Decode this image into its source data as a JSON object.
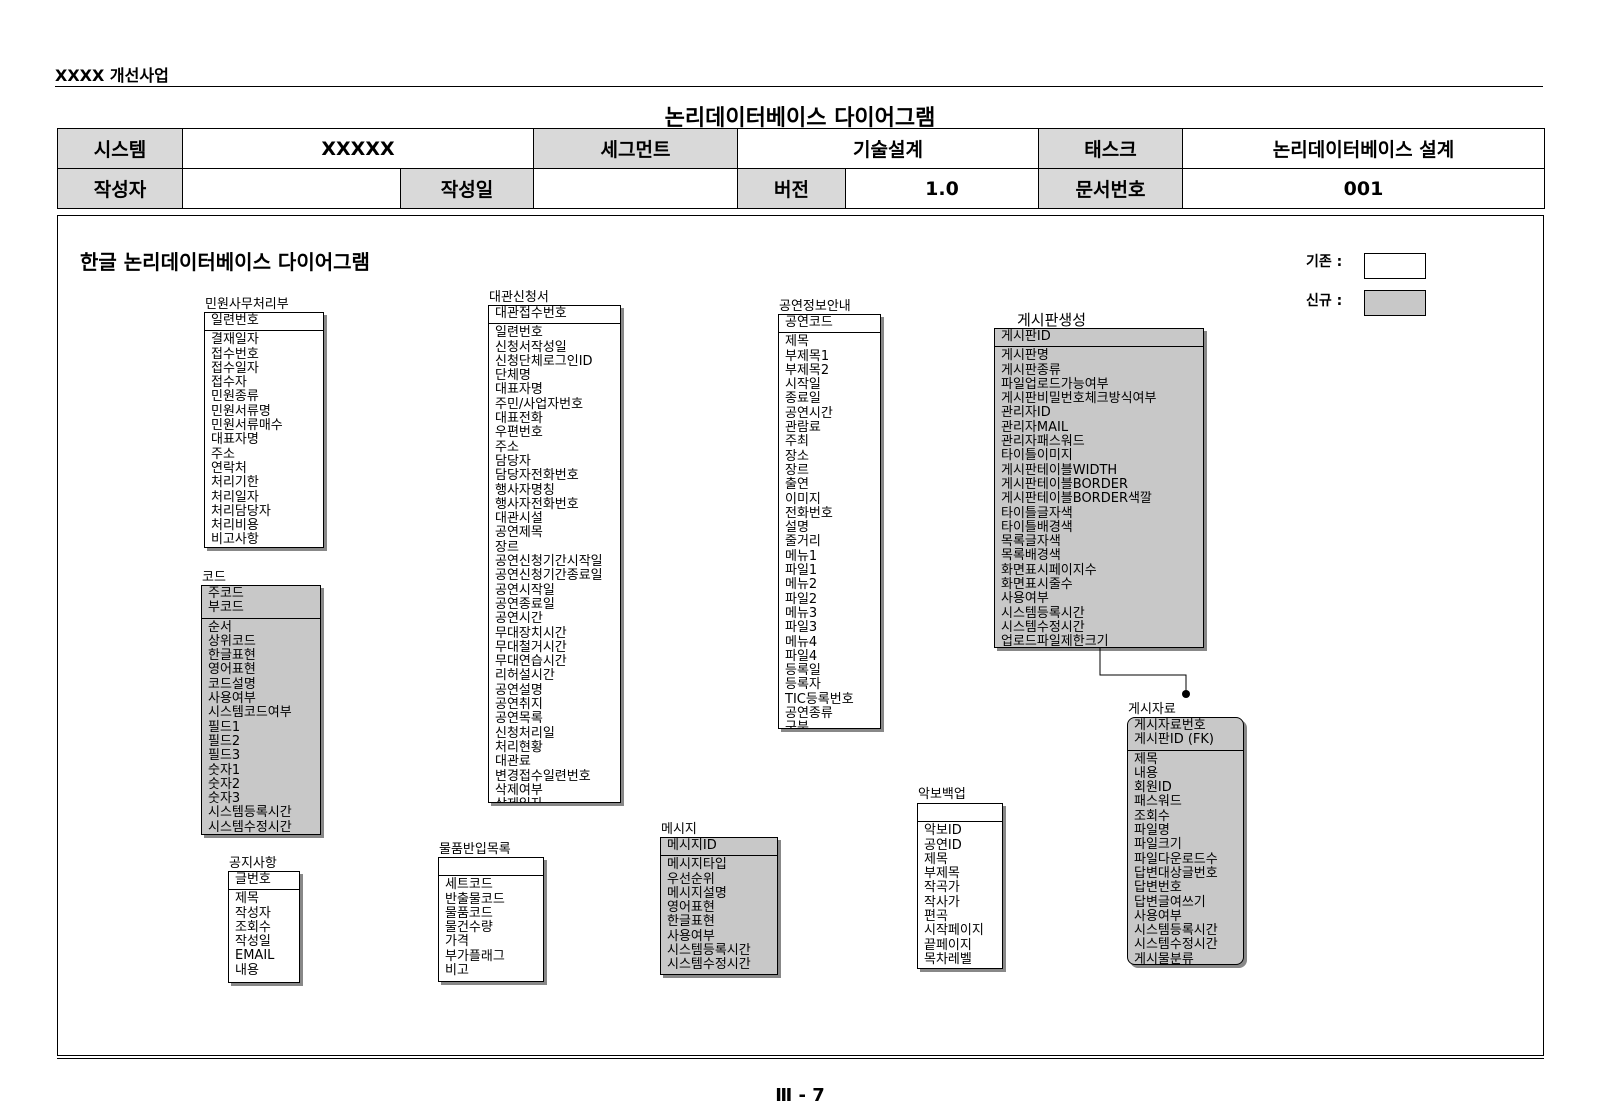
{
  "header": {
    "project": "XXXX 개선사업",
    "title": "논리데이터베이스 다이어그램"
  },
  "meta": {
    "system_label": "시스템",
    "system_value": "XXXXX",
    "segment_label": "세그먼트",
    "segment_value": "기술설계",
    "task_label": "태스크",
    "task_value": "논리데이터베이스 설계",
    "author_label": "작성자",
    "author_value": "",
    "date_label": "작성일",
    "date_value": "",
    "version_label": "버전",
    "version_value": "1.0",
    "docno_label": "문서번호",
    "docno_value": "001"
  },
  "diagram": {
    "title": "한글 논리데이터베이스 다이어그램",
    "legend": {
      "base_label": "기존 :",
      "new_label": "신규 :"
    },
    "entities": [
      {
        "id": "minwon",
        "name": "민원사무처리부",
        "kind": "base",
        "pk": [
          "일련번호"
        ],
        "attrs": [
          "결재일자",
          "접수번호",
          "접수일자",
          "접수자",
          "민원종류",
          "민원서류명",
          "민원서류매수",
          "대표자명",
          "주소",
          "연락처",
          "처리기한",
          "처리일자",
          "처리담당자",
          "처리비용",
          "비고사항"
        ]
      },
      {
        "id": "code",
        "name": "코드",
        "kind": "new",
        "pk": [
          "주코드",
          "부코드"
        ],
        "attrs": [
          "순서",
          "상위코드",
          "한글표현",
          "영어표현",
          "코드설명",
          "사용여부",
          "시스템코드여부",
          "필드1",
          "필드2",
          "필드3",
          "숫자1",
          "숫자2",
          "숫자3",
          "시스템등록시간",
          "시스템수정시간"
        ]
      },
      {
        "id": "notice",
        "name": "공지사항",
        "kind": "base",
        "pk": [
          "글번호"
        ],
        "attrs": [
          "제목",
          "작성자",
          "조회수",
          "작성일",
          "EMAIL",
          "내용"
        ]
      },
      {
        "id": "daegwan",
        "name": "대관신청서",
        "kind": "base",
        "pk": [
          "대관접수번호"
        ],
        "attrs": [
          "일련번호",
          "신청서작성일",
          "신청단체로그인ID",
          "단체명",
          "대표자명",
          "주민/사업자번호",
          "대표전화",
          "우편번호",
          "주소",
          "담당자",
          "담당자전화번호",
          "행사자명칭",
          "행사자전화번호",
          "대관시설",
          "공연제목",
          "장르",
          "공연신청기간시작일",
          "공연신청기간종료일",
          "공연시작일",
          "공연종료일",
          "공연시간",
          "무대장치시간",
          "무대철거시간",
          "무대연습시간",
          "리허설시간",
          "공연설명",
          "공연취지",
          "공연목록",
          "신청처리일",
          "처리현황",
          "대관료",
          "변경접수일련번호",
          "삭제여부",
          "삭제일자"
        ]
      },
      {
        "id": "goods",
        "name": "물품반입목록",
        "kind": "base",
        "pk": [
          ""
        ],
        "attrs": [
          "세트코드",
          "반출물코드",
          "물품코드",
          "물건수량",
          "가격",
          "부가플래그",
          "비고"
        ]
      },
      {
        "id": "message",
        "name": "메시지",
        "kind": "new",
        "pk": [
          "메시지ID"
        ],
        "attrs": [
          "메시지타입",
          "우선순위",
          "메시지설명",
          "영어표현",
          "한글표현",
          "사용여부",
          "시스템등록시간",
          "시스템수정시간"
        ]
      },
      {
        "id": "show",
        "name": "공연정보안내",
        "kind": "base",
        "pk": [
          "공연코드"
        ],
        "attrs": [
          "제목",
          "부제목1",
          "부제목2",
          "시작일",
          "종료일",
          "공연시간",
          "관람료",
          "주최",
          "장소",
          "장르",
          "출연",
          "이미지",
          "전화번호",
          "설명",
          "줄거리",
          "메뉴1",
          "파일1",
          "메뉴2",
          "파일2",
          "메뉴3",
          "파일3",
          "메뉴4",
          "파일4",
          "등록일",
          "등록자",
          "TIC등록번호",
          "공연종류",
          "구분"
        ]
      },
      {
        "id": "score",
        "name": "악보백업",
        "kind": "base",
        "pk": [
          ""
        ],
        "attrs": [
          "악보ID",
          "공연ID",
          "제목",
          "부제목",
          "작곡가",
          "작사가",
          "편곡",
          "시작페이지",
          "끝페이지",
          "목차레벨"
        ]
      },
      {
        "id": "board",
        "name": "게시판생성",
        "kind": "new",
        "pk": [
          "게시판ID"
        ],
        "attrs": [
          "게시판명",
          "게시판종류",
          "파일업로드가능여부",
          "게시판비밀번호체크방식여부",
          "관리자ID",
          "관리자MAIL",
          "관리자패스워드",
          "타이틀이미지",
          "게시판테이블WIDTH",
          "게시판테이블BORDER",
          "게시판테이블BORDER색깔",
          "타이틀글자색",
          "타이틀배경색",
          "목록글자색",
          "목록배경색",
          "화면표시페이지수",
          "화면표시줄수",
          "사용여부",
          "시스템등록시간",
          "시스템수정시간",
          "업로드파일제한크기"
        ]
      },
      {
        "id": "post",
        "name": "게시자료",
        "kind": "new",
        "pk": [
          "게시자료번호",
          "게시판ID (FK)"
        ],
        "attrs": [
          "제목",
          "내용",
          "회원ID",
          "패스워드",
          "조회수",
          "파일명",
          "파일크기",
          "파일다운로드수",
          "답변대상글번호",
          "답변번호",
          "답변글여쓰기",
          "사용여부",
          "시스템등록시간",
          "시스템수정시간",
          "게시물분류"
        ]
      }
    ]
  },
  "footer": {
    "page": "Ⅲ - 7"
  }
}
